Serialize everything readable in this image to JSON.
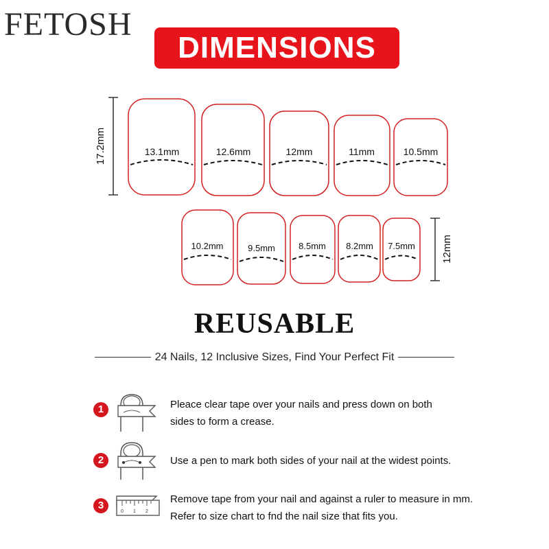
{
  "brand": "FETOSH",
  "banner": {
    "title": "DIMENSIONS"
  },
  "colors": {
    "accent": "#e8141b",
    "nail_outline": "#d42020"
  },
  "dimensions": {
    "height_large": "17.2mm",
    "height_small": "12mm",
    "row1": [
      "13.1mm",
      "12.6mm",
      "12mm",
      "11mm",
      "10.5mm"
    ],
    "row2": [
      "10.2mm",
      "9.5mm",
      "8.5mm",
      "8.2mm",
      "7.5mm"
    ]
  },
  "reusable": "REUSABLE",
  "tagline": "24 Nails, 12 Inclusive Sizes, Find Your Perfect Fit",
  "steps": [
    {
      "number": "1",
      "icon": "finger-tape-icon",
      "lines": [
        "Pleace clear tape over your nails and press down on both",
        "sides to form a crease."
      ]
    },
    {
      "number": "2",
      "icon": "finger-mark-icon",
      "lines": [
        "Use a pen to mark both sides of your nail at the widest points."
      ]
    },
    {
      "number": "3",
      "icon": "ruler-icon",
      "ruler_ticks": [
        "0",
        "1",
        "2"
      ],
      "lines": [
        "Remove tape from your nail and against a ruler to measure in mm.",
        "Refer to size chart to fnd the nail size that fits you."
      ]
    }
  ]
}
